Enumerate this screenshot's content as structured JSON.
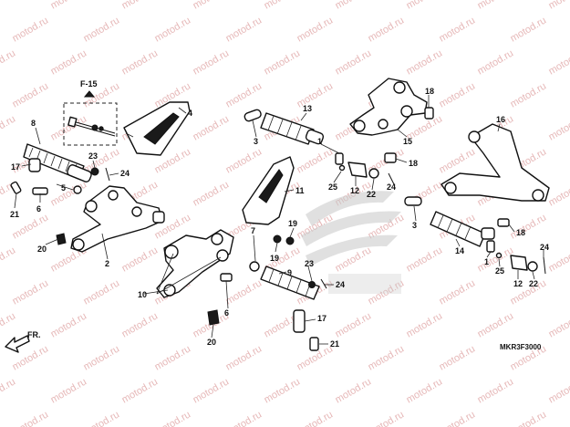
{
  "watermark": {
    "text": "motod.ru",
    "color": "#e6b8b8"
  },
  "reference": {
    "label": "F-15"
  },
  "front_indicator": {
    "label": "FR."
  },
  "diagram_code": "MKR3F3000",
  "emblem_color": "#c0c0c0",
  "callouts": [
    {
      "id": "c1a",
      "label": "1"
    },
    {
      "id": "c1b",
      "label": "1"
    },
    {
      "id": "c2",
      "label": "2"
    },
    {
      "id": "c3a",
      "label": "3"
    },
    {
      "id": "c3b",
      "label": "3"
    },
    {
      "id": "c4",
      "label": "4"
    },
    {
      "id": "c5",
      "label": "5"
    },
    {
      "id": "c6",
      "label": "6"
    },
    {
      "id": "c7",
      "label": "7"
    },
    {
      "id": "c8",
      "label": "8"
    },
    {
      "id": "c9",
      "label": "9"
    },
    {
      "id": "c10",
      "label": "10"
    },
    {
      "id": "c11",
      "label": "11"
    },
    {
      "id": "c12a",
      "label": "12"
    },
    {
      "id": "c12b",
      "label": "12"
    },
    {
      "id": "c13",
      "label": "13"
    },
    {
      "id": "c14",
      "label": "14"
    },
    {
      "id": "c15",
      "label": "15"
    },
    {
      "id": "c16",
      "label": "16"
    },
    {
      "id": "c17a",
      "label": "17"
    },
    {
      "id": "c17b",
      "label": "17"
    },
    {
      "id": "c18a",
      "label": "18"
    },
    {
      "id": "c18b",
      "label": "18"
    },
    {
      "id": "c18c",
      "label": "18"
    },
    {
      "id": "c19a",
      "label": "19"
    },
    {
      "id": "c19b",
      "label": "19"
    },
    {
      "id": "c20a",
      "label": "20"
    },
    {
      "id": "c20b",
      "label": "20"
    },
    {
      "id": "c21a",
      "label": "21"
    },
    {
      "id": "c21b",
      "label": "21"
    },
    {
      "id": "c22a",
      "label": "22"
    },
    {
      "id": "c22b",
      "label": "22"
    },
    {
      "id": "c23a",
      "label": "23"
    },
    {
      "id": "c23b",
      "label": "23"
    },
    {
      "id": "c24a",
      "label": "24"
    },
    {
      "id": "c24b",
      "label": "24"
    },
    {
      "id": "c24c",
      "label": "24"
    },
    {
      "id": "c25a",
      "label": "25"
    },
    {
      "id": "c25b",
      "label": "25"
    }
  ]
}
